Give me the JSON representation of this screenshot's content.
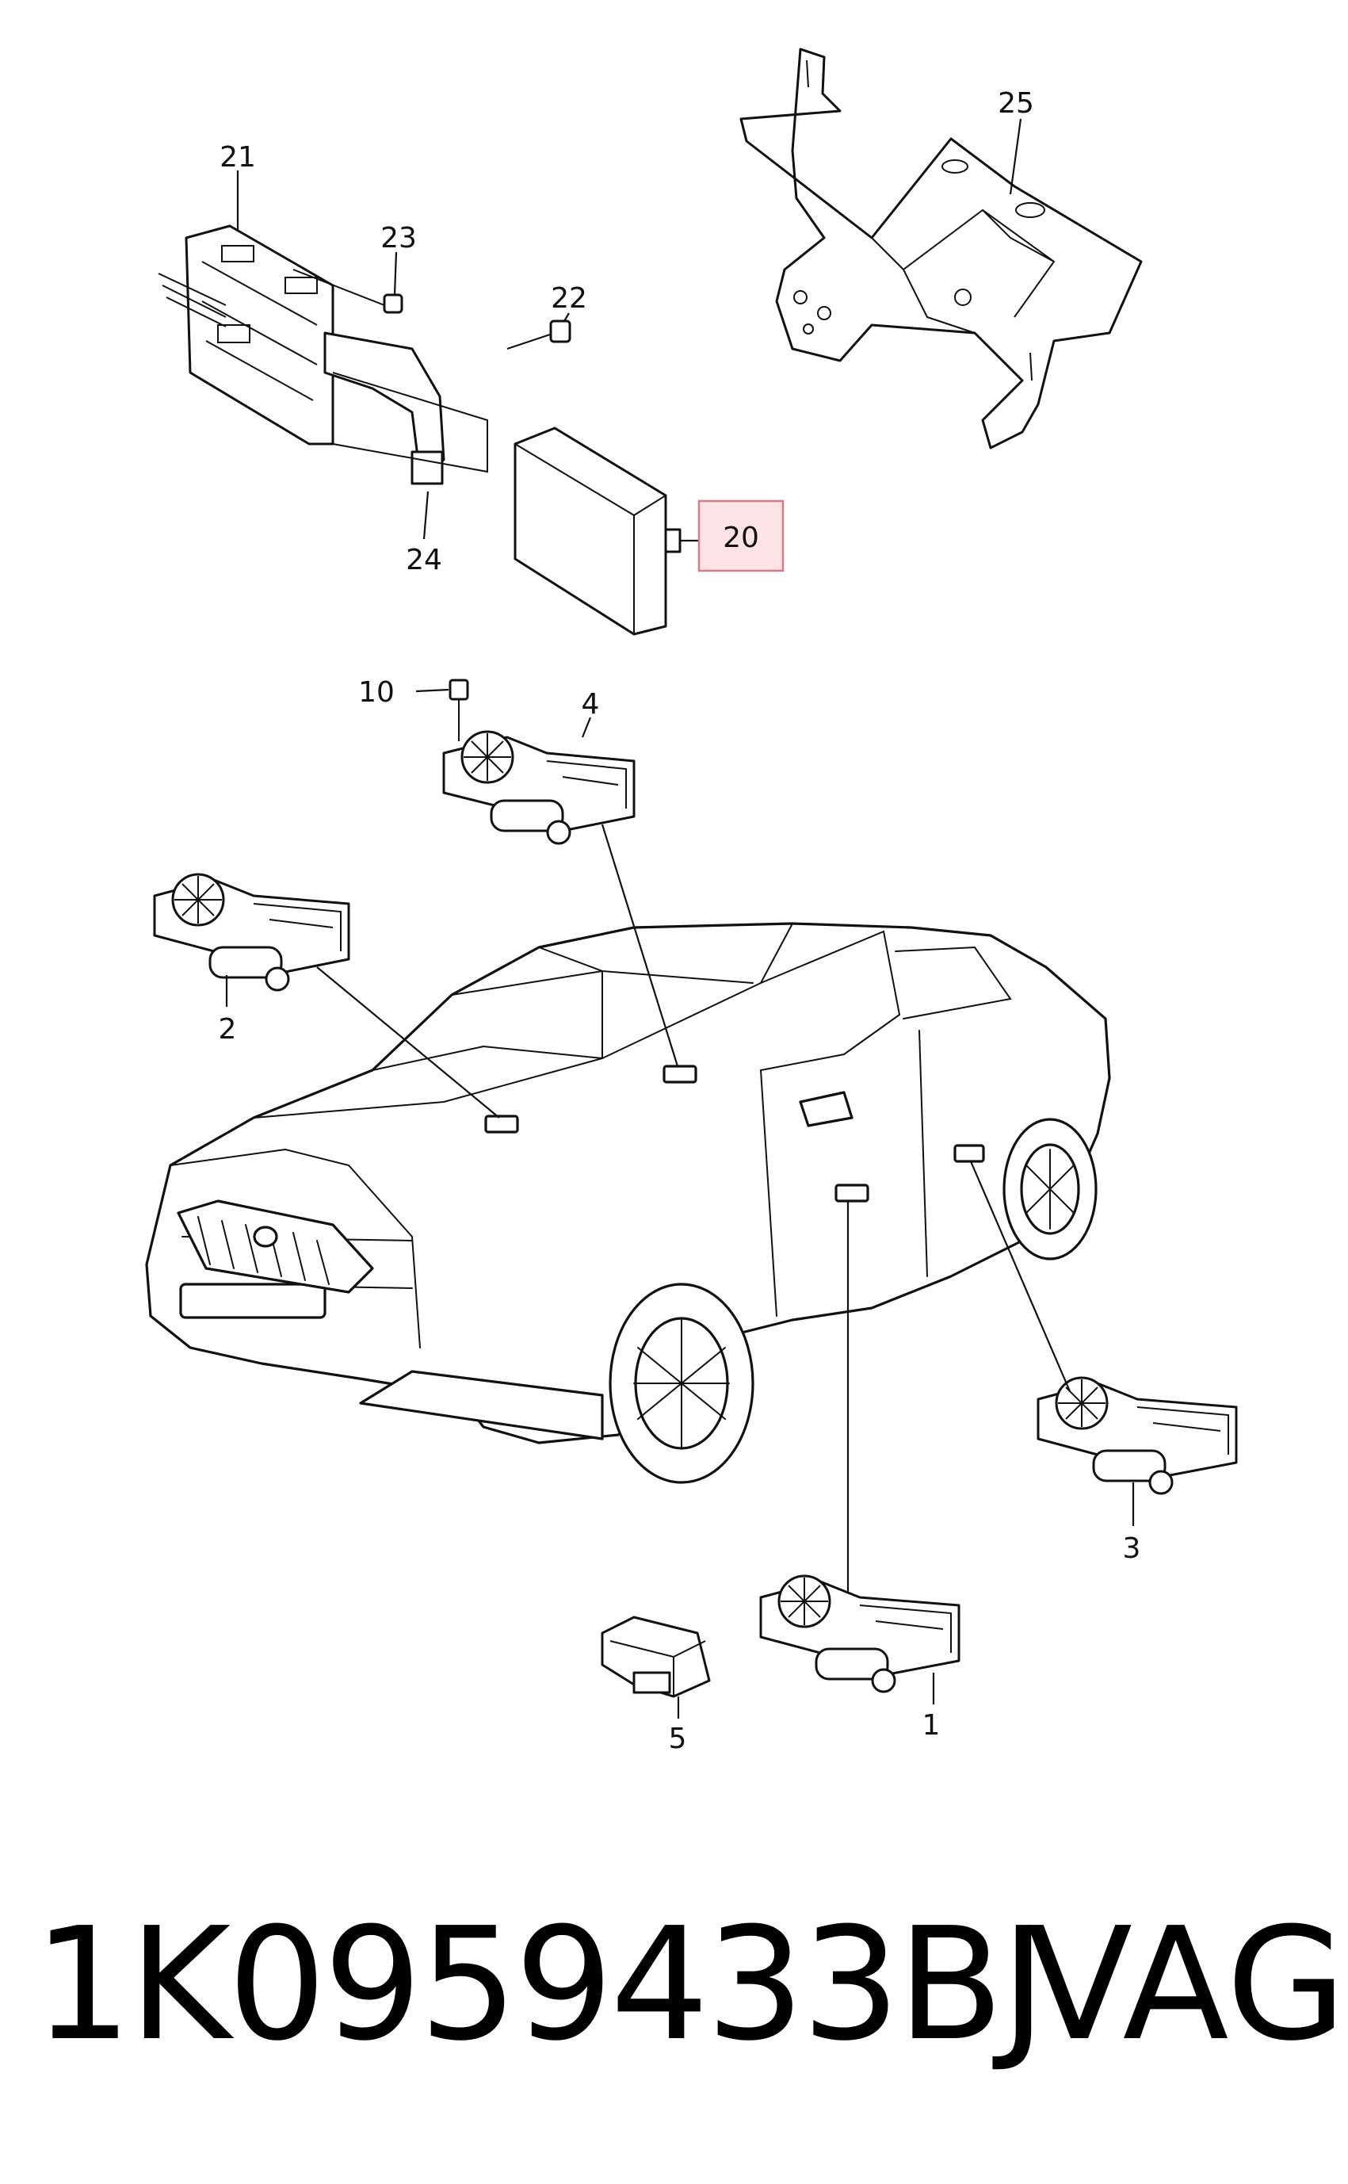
{
  "callouts": {
    "p1": "1",
    "p2": "2",
    "p3": "3",
    "p4": "4",
    "p5": "5",
    "p10": "10",
    "p20": "20",
    "p21": "21",
    "p22": "22",
    "p23": "23",
    "p24": "24",
    "p25": "25"
  },
  "footer": {
    "part_number": "1K0959433BJ",
    "brand": "VAG"
  },
  "colors": {
    "highlight_fill": "#fde3e6",
    "highlight_stroke": "#d47a86",
    "line": "#111111"
  }
}
